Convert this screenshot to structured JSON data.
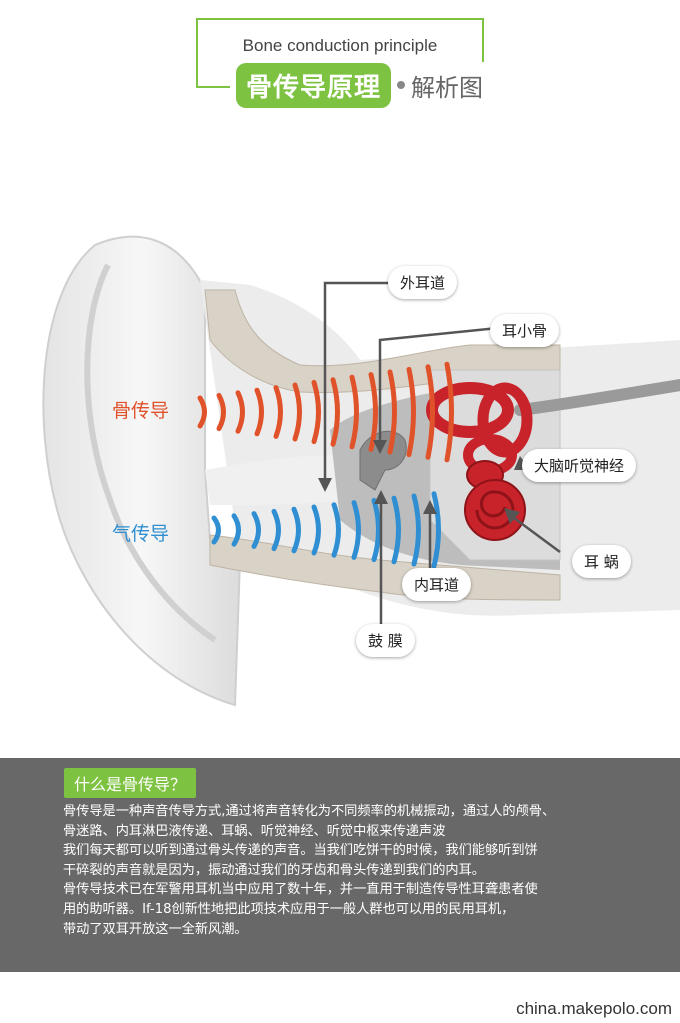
{
  "header": {
    "title_en": "Bone conduction principle",
    "title_cn_main": "骨传导原理",
    "title_cn_sub": "解析图"
  },
  "diagram": {
    "labels": {
      "bone": "骨传导",
      "air": "气传导"
    },
    "callouts": {
      "outer_canal": "外耳道",
      "ossicles": "耳小骨",
      "auditory_nerve": "大脑听觉神经",
      "cochlea": "耳 蜗",
      "inner_canal": "内耳道",
      "eardrum": "鼓 膜"
    },
    "colors": {
      "bone_wave": "#e0522a",
      "air_wave": "#2f8fd2",
      "accent": "#7ec242",
      "cochlea": "#c8232a"
    }
  },
  "info": {
    "title": "什么是骨传导？",
    "lines": [
      "骨传导是一种声音传导方式,通过将声音转化为不同频率的机械振动，通过人的颅骨、",
      "骨迷路、内耳淋巴液传递、耳蜗、听觉神经、听觉中枢来传递声波",
      "我们每天都可以听到通过骨头传递的声音。当我们吃饼干的时候，我们能够听到饼",
      "干碎裂的声音就是因为，振动通过我们的牙齿和骨头传递到我们的内耳。",
      "骨传导技术已在军警用耳机当中应用了数十年，并一直用于制造传导性耳聋患者使",
      "用的助听器。If-18创新性地把此项技术应用于一般人群也可以用的民用耳机，",
      "带动了双耳开放这一全新风潮。"
    ]
  },
  "footer": "china.makepolo.com"
}
